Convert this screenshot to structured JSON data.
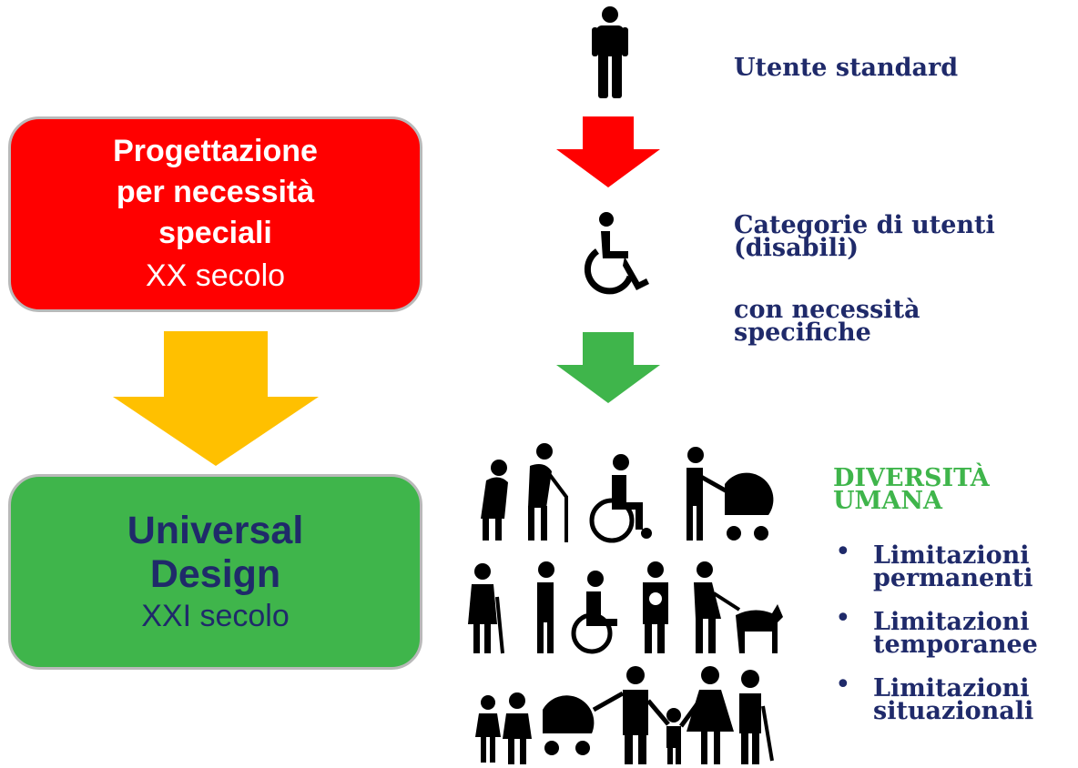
{
  "left": {
    "box_top": {
      "lines": [
        "Progettazione",
        "per necessità",
        "speciali"
      ],
      "subtitle": "XX secolo",
      "color": "#ff0000"
    },
    "box_bottom": {
      "lines": [
        "Universal",
        "Design"
      ],
      "subtitle": "XXI secolo",
      "color": "#3fb54b"
    },
    "arrow_color": "#ffc000"
  },
  "right": {
    "standard_user": "Utente standard",
    "categories": [
      "Categorie di utenti",
      "(disabili)"
    ],
    "specific_needs": [
      "con necessità",
      "specifiche"
    ],
    "diversity_title": [
      "DIVERSITÀ",
      "UMANA"
    ],
    "limitations": [
      [
        "Limitazioni",
        "permanenti"
      ],
      [
        "Limitazioni",
        "temporanee"
      ],
      [
        "Limitazioni",
        "situazionali"
      ]
    ],
    "arrow_red": "#ff0000",
    "arrow_green": "#3fb54b"
  },
  "icons": [
    "standing-person-icon",
    "wheelchair-user-icon",
    "elderly-couple-icon",
    "wheelchair-icon",
    "person-with-stroller-icon",
    "elderly-woman-cane-icon",
    "assisted-wheelchair-icon",
    "parent-carrying-child-icon",
    "blind-person-guide-dog-icon",
    "family-icon"
  ]
}
